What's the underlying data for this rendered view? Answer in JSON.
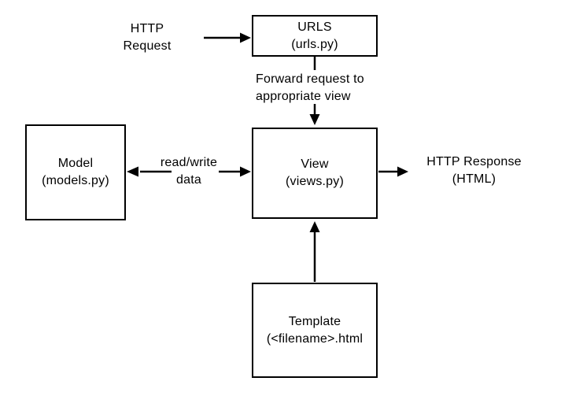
{
  "diagram": {
    "title_semantic": "Django MVT request/response flow diagram",
    "colors": {
      "background": "#ffffff",
      "stroke": "#000000",
      "text": "#000000"
    },
    "boxes": {
      "urls": {
        "title": "URLS",
        "subtitle": "(urls.py)"
      },
      "model": {
        "title": "Model",
        "subtitle": "(models.py)"
      },
      "view": {
        "title": "View",
        "subtitle": "(views.py)"
      },
      "template": {
        "title": "Template",
        "subtitle": "(<filename>.html"
      }
    },
    "labels": {
      "http_request": {
        "line1": "HTTP",
        "line2": "Request"
      },
      "forward": {
        "line1": "Forward request to",
        "line2": "appropriate view"
      },
      "read_write": {
        "line1": "read/write",
        "line2": "data"
      },
      "http_response": {
        "line1": "HTTP Response",
        "line2": "(HTML)"
      }
    }
  }
}
